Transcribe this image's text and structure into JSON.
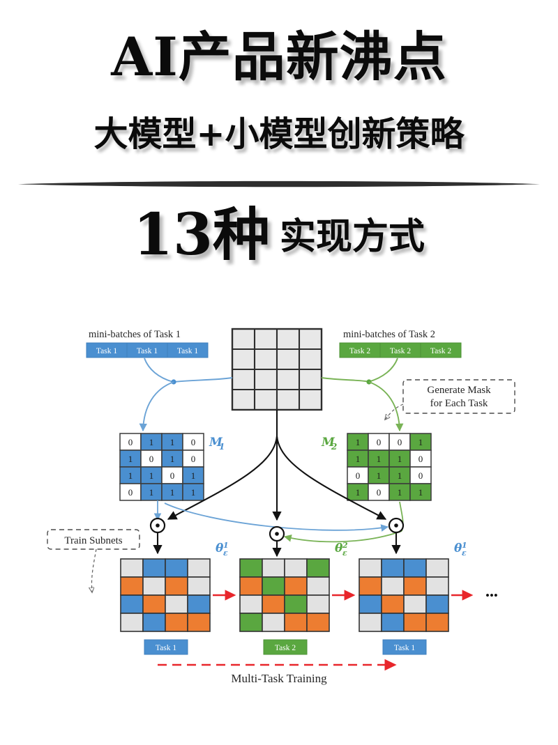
{
  "poster": {
    "main_title": "AI产品新沸点",
    "sub_title": "大模型+小模型创新策略",
    "count_number": "13种",
    "count_suffix": "实现方式",
    "divider": "lens-divider"
  },
  "figure": {
    "caption": "Multi-Task Training",
    "shared_weights_label": "θ",
    "shared_weights_sub": "ε",
    "minibatch_groups": [
      {
        "id": "task1",
        "label": "mini-batches of Task 1",
        "chips": [
          "Task 1",
          "Task 1",
          "Task 1"
        ],
        "color": "#4a8fd0"
      },
      {
        "id": "task2",
        "label": "mini-batches of Task 2",
        "chips": [
          "Task 2",
          "Task 2",
          "Task 2"
        ],
        "color": "#5aa740"
      }
    ],
    "annotations": [
      {
        "id": "generate-mask",
        "text_line1": "Generate Mask",
        "text_line2": "for Each Task"
      },
      {
        "id": "train-subnets",
        "text_line1": "Train Subnets",
        "text_line2": ""
      }
    ],
    "masks": [
      {
        "id": "M1",
        "label": "M",
        "sub": "1",
        "color": "#4a8fd0",
        "label_side": "right",
        "rows": [
          [
            0,
            1,
            1,
            0
          ],
          [
            1,
            0,
            1,
            0
          ],
          [
            1,
            1,
            0,
            1
          ],
          [
            0,
            1,
            1,
            1
          ]
        ]
      },
      {
        "id": "M2",
        "label": "M",
        "sub": "2",
        "color": "#5aa740",
        "label_side": "left",
        "rows": [
          [
            1,
            0,
            0,
            1
          ],
          [
            1,
            1,
            1,
            0
          ],
          [
            0,
            1,
            1,
            0
          ],
          [
            1,
            0,
            1,
            1
          ]
        ]
      }
    ],
    "subnets": [
      {
        "id": "subnet-1",
        "label": "θ",
        "sub": "ε",
        "sup": "1",
        "label_color": "#4a8fd0",
        "task_chip": "Task 1",
        "task_color": "#4a8fd0",
        "cells": [
          [
            "gray",
            "blue",
            "blue",
            "gray"
          ],
          [
            "orange",
            "gray",
            "orange",
            "gray"
          ],
          [
            "blue",
            "orange",
            "gray",
            "blue"
          ],
          [
            "gray",
            "blue",
            "orange",
            "orange"
          ]
        ]
      },
      {
        "id": "subnet-2",
        "label": "θ",
        "sub": "ε",
        "sup": "2",
        "label_color": "#5aa740",
        "task_chip": "Task 2",
        "task_color": "#5aa740",
        "cells": [
          [
            "green",
            "gray",
            "gray",
            "green"
          ],
          [
            "orange",
            "green",
            "orange",
            "gray"
          ],
          [
            "gray",
            "orange",
            "green",
            "gray"
          ],
          [
            "green",
            "gray",
            "orange",
            "orange"
          ]
        ]
      },
      {
        "id": "subnet-3",
        "label": "θ",
        "sub": "ε",
        "sup": "1",
        "label_color": "#4a8fd0",
        "task_chip": "Task 1",
        "task_color": "#4a8fd0",
        "cells": [
          [
            "gray",
            "blue",
            "blue",
            "gray"
          ],
          [
            "orange",
            "gray",
            "orange",
            "gray"
          ],
          [
            "blue",
            "orange",
            "gray",
            "blue"
          ],
          [
            "gray",
            "blue",
            "orange",
            "orange"
          ]
        ]
      }
    ],
    "ellipsis": "•••",
    "operator_symbol": "⊙",
    "colors": {
      "blue": "#4a8fd0",
      "green": "#5aa740",
      "orange": "#ed7d31",
      "gray": "#e2e2e2",
      "white": "#ffffff",
      "red_arrow": "#e8262b",
      "outline": "#333333"
    }
  }
}
